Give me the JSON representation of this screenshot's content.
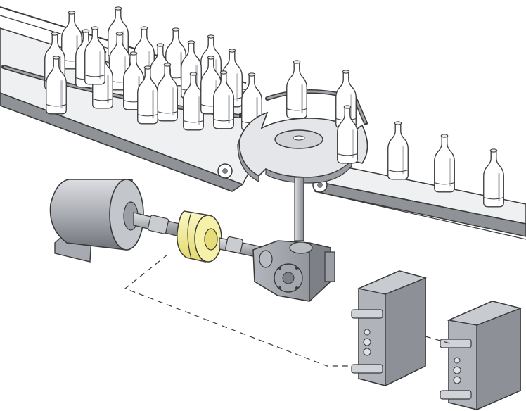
{
  "diagram": {
    "components": [
      {
        "id": "infeed-conveyor",
        "kind": "conveyor"
      },
      {
        "id": "star-wheel",
        "kind": "indexing-star-wheel"
      },
      {
        "id": "guide-rail",
        "kind": "guide-rail"
      },
      {
        "id": "outfeed-conveyor",
        "kind": "conveyor"
      },
      {
        "id": "motor",
        "kind": "electric-motor"
      },
      {
        "id": "coupling",
        "kind": "coupling",
        "color": "#f3ef9a"
      },
      {
        "id": "gearbox",
        "kind": "right-angle-gearbox"
      },
      {
        "id": "drive-unit-1",
        "kind": "control-unit"
      },
      {
        "id": "drive-unit-2",
        "kind": "control-unit"
      }
    ],
    "bottles": {
      "infeed_count": 21,
      "wheel_count": 3,
      "outfeed_count": 3
    },
    "colors": {
      "line": "#3a3a3a",
      "metal": "#b9bcc2",
      "metal_dark": "#7d8087",
      "belt": "#8f9297",
      "highlight": "#f3ef9a",
      "glass": "#ffffff"
    }
  }
}
